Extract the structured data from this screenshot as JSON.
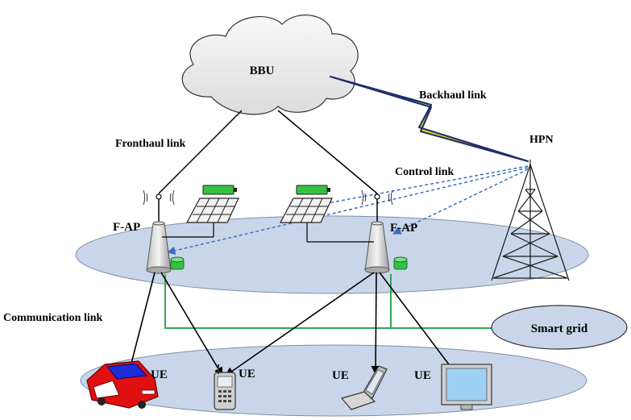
{
  "diagram": {
    "labels": {
      "bbu": "BBU",
      "backhaul_link": "Backhaul link",
      "hpn": "HPN",
      "fronthaul_link": "Fronthaul link",
      "control_link": "Control link",
      "fap_left": "F-AP",
      "fap_right": "F-AP",
      "communication_link": "Communication link",
      "smart_grid": "Smart grid",
      "ue_car": "UE",
      "ue_phone": "UE",
      "ue_flip_phone": "UE",
      "ue_monitor": "UE"
    },
    "colors": {
      "ellipse_fill": "#c9d6ea",
      "ellipse_stroke": "#7f8ea6",
      "grid_line": "#2fa84f",
      "control_dashed": "#3a6fc4",
      "backhaul_outline": "#1f2f6a",
      "backhaul_fill": "#f5f000",
      "battery_fill": "#36c241",
      "car_red": "#e01010",
      "screen_blue": "#9ed0f5"
    }
  }
}
